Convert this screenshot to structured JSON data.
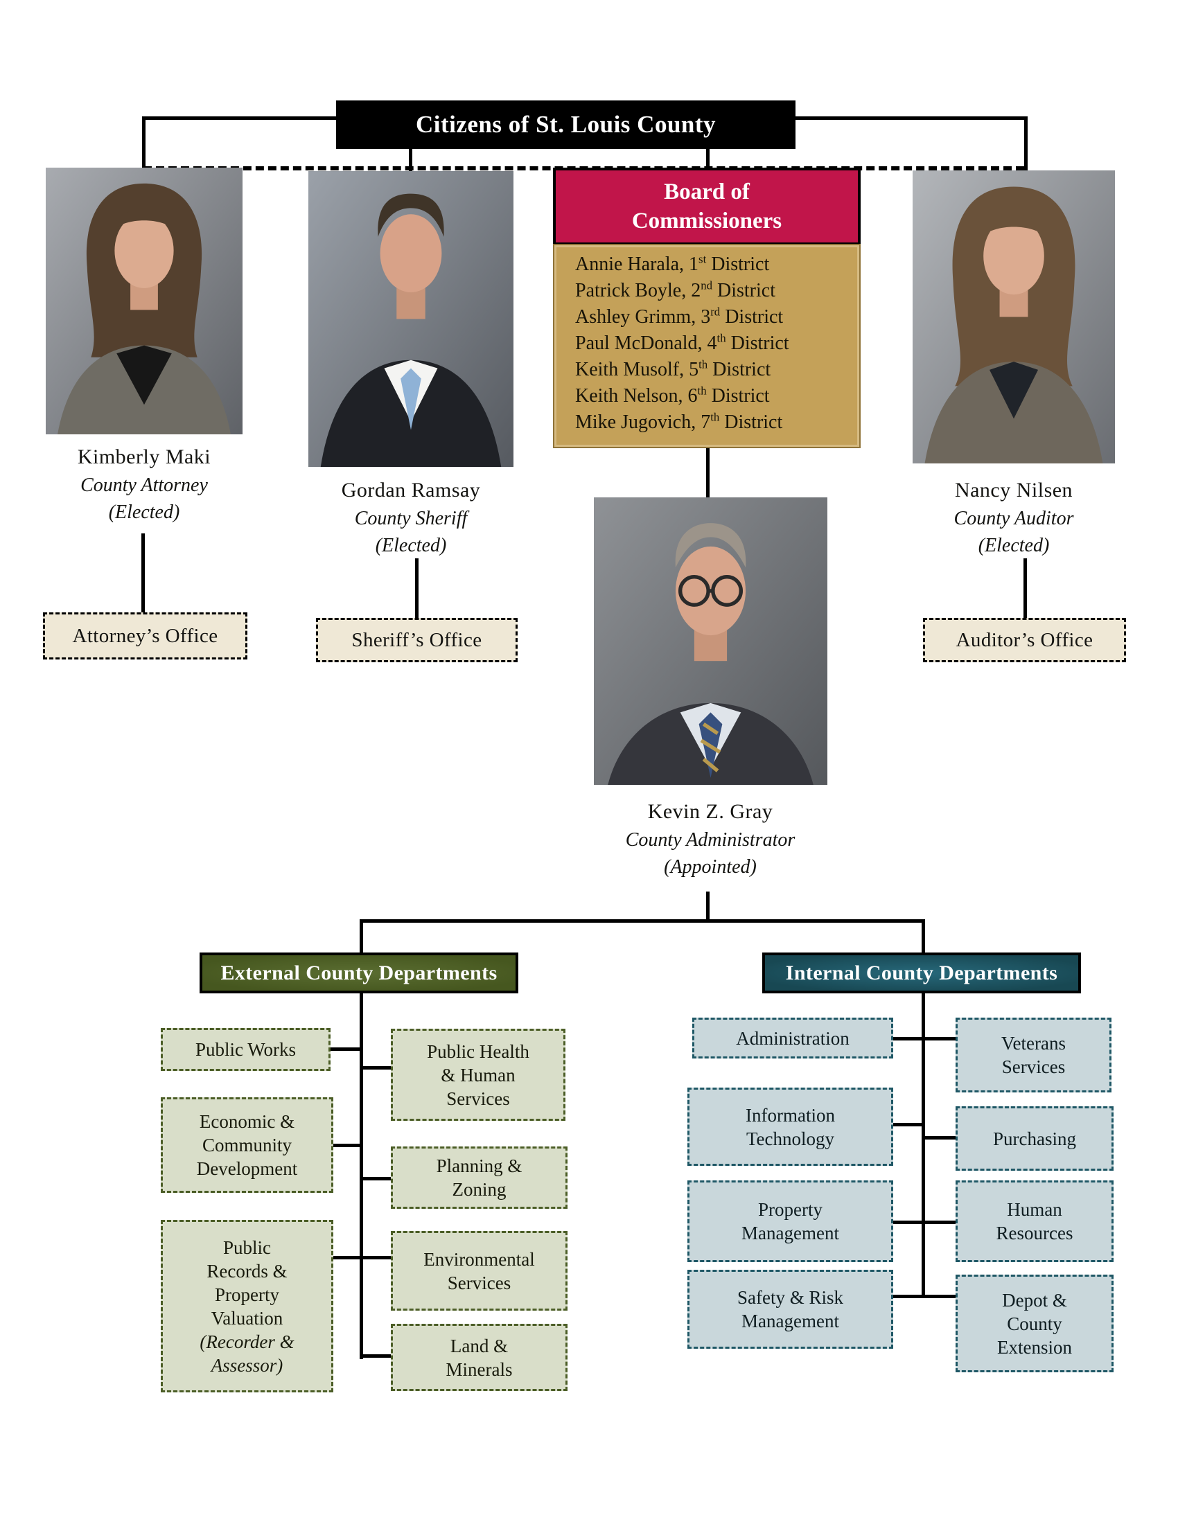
{
  "banner": {
    "title": "Citizens of St. Louis County"
  },
  "board": {
    "title_lines": [
      "Board of",
      "Commissioners"
    ],
    "commissioners": [
      {
        "pre": "Annie Harala, 1",
        "sup": "st",
        "post": " District"
      },
      {
        "pre": "Patrick Boyle, 2",
        "sup": "nd",
        "post": " District"
      },
      {
        "pre": "Ashley Grimm, 3",
        "sup": "rd",
        "post": " District"
      },
      {
        "pre": "Paul McDonald, 4",
        "sup": "th",
        "post": " District"
      },
      {
        "pre": "Keith Musolf, 5",
        "sup": "th",
        "post": " District"
      },
      {
        "pre": "Keith Nelson, 6",
        "sup": "th",
        "post": " District"
      },
      {
        "pre": "Mike Jugovich, 7",
        "sup": "th",
        "post": " District"
      }
    ]
  },
  "officials": {
    "attorney": {
      "name": "Kimberly Maki",
      "title": "County Attorney",
      "status": "(Elected)",
      "office": "Attorney’s Office"
    },
    "sheriff": {
      "name": "Gordan Ramsay",
      "title": "County Sheriff",
      "status": "(Elected)",
      "office": "Sheriff’s Office"
    },
    "auditor": {
      "name": "Nancy Nilsen",
      "title": "County Auditor",
      "status": "(Elected)",
      "office": "Auditor’s Office"
    },
    "administrator": {
      "name": "Kevin Z. Gray",
      "title": "County Administrator",
      "status": "(Appointed)"
    }
  },
  "external": {
    "header": "External County Departments",
    "boxes": {
      "public_works": "Public Works",
      "economic": "Economic &\nCommunity\nDevelopment",
      "records": "Public\nRecords &\nProperty\nValuation",
      "records_sub": "(Recorder &\nAssessor)",
      "health": "Public Health\n& Human\nServices",
      "planning": "Planning &\nZoning",
      "environmental": "Environmental\nServices",
      "land": "Land &\nMinerals"
    }
  },
  "internal": {
    "header": "Internal County Departments",
    "boxes": {
      "administration": "Administration",
      "it": "Information\nTechnology",
      "property": "Property\nManagement",
      "safety": "Safety & Risk\nManagement",
      "veterans": "Veterans\nServices",
      "purchasing": "Purchasing",
      "hr": "Human\nResources",
      "depot": "Depot &\nCounty\nExtension"
    }
  },
  "colors": {
    "banner_black": "#000000",
    "board_red": "#C1154A",
    "board_gold": "#C4A159",
    "office_cream": "#EFE8D6",
    "external_header_green": "#4C5E27",
    "external_box_fill": "#D9DEC9",
    "internal_header_teal": "#1E5765",
    "internal_box_fill": "#C9D7DB"
  }
}
